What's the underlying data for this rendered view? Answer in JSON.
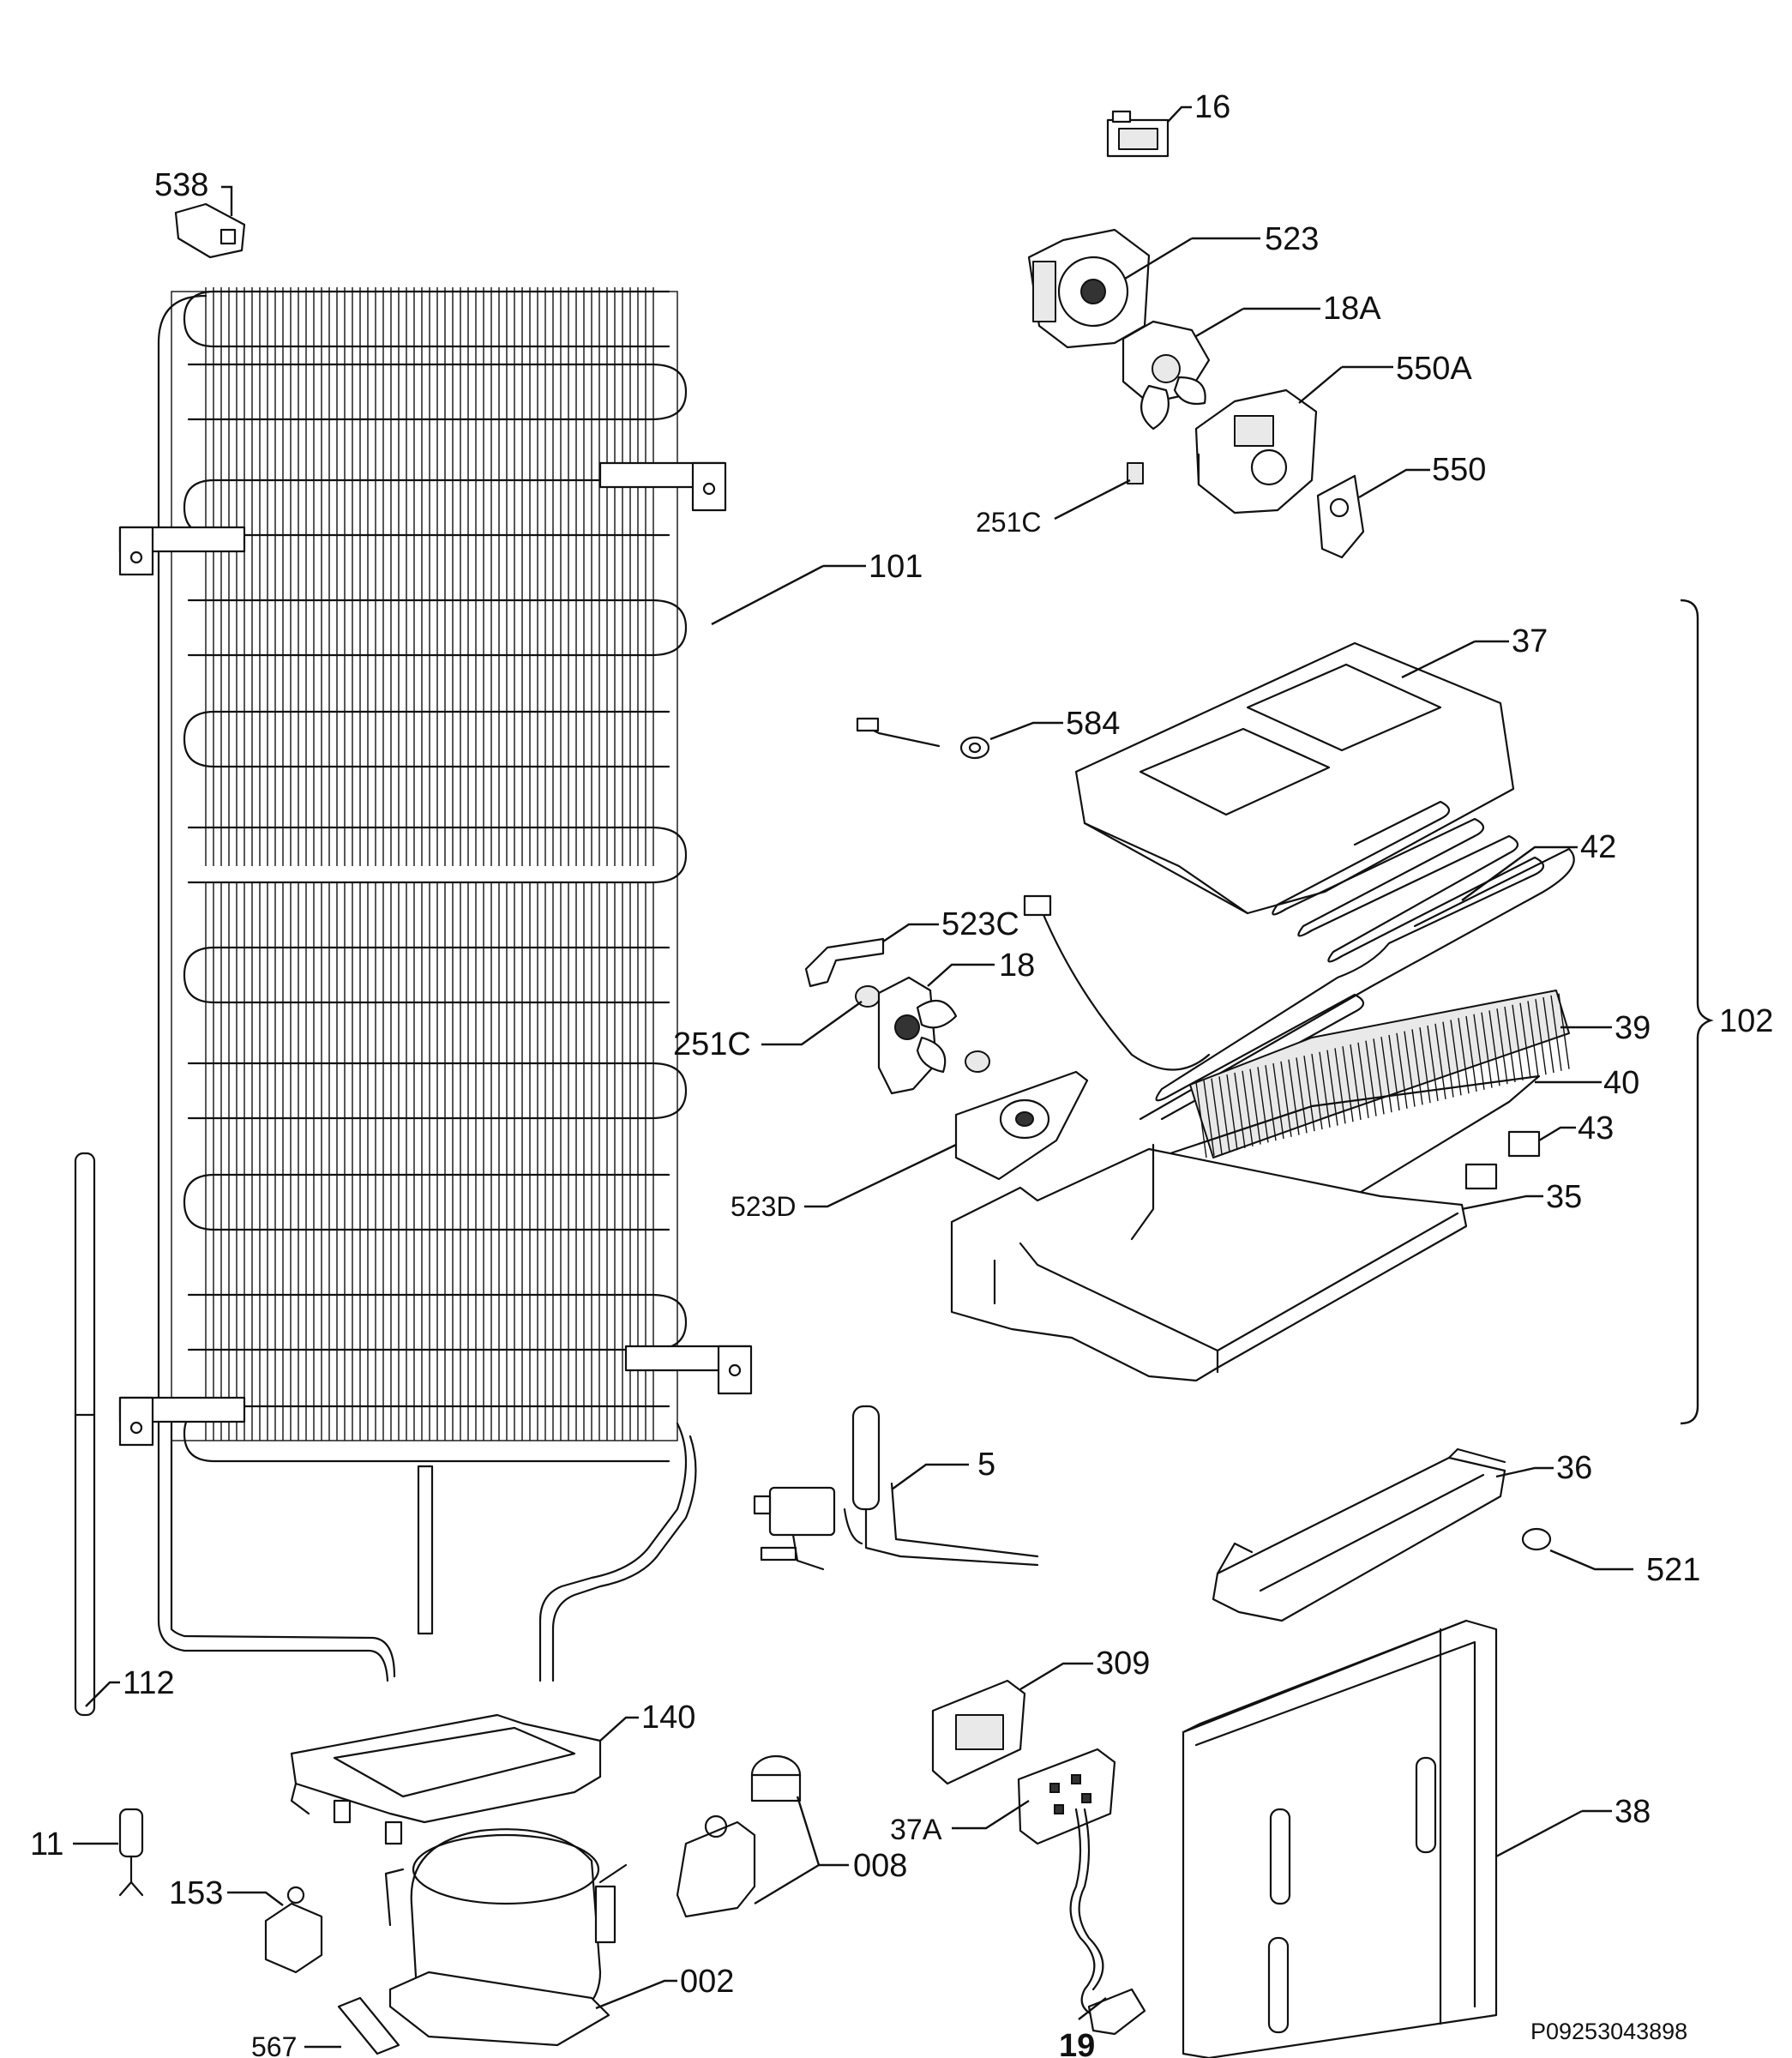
{
  "diagram": {
    "reference_code": "P09253043898",
    "parts": [
      {
        "id": "16",
        "label": "16"
      },
      {
        "id": "538",
        "label": "538"
      },
      {
        "id": "523",
        "label": "523"
      },
      {
        "id": "18A",
        "label": "18A"
      },
      {
        "id": "550A",
        "label": "550A"
      },
      {
        "id": "550",
        "label": "550"
      },
      {
        "id": "251C-top",
        "label": "251C"
      },
      {
        "id": "101",
        "label": "101"
      },
      {
        "id": "37",
        "label": "37"
      },
      {
        "id": "584",
        "label": "584"
      },
      {
        "id": "42",
        "label": "42"
      },
      {
        "id": "523C",
        "label": "523C"
      },
      {
        "id": "18",
        "label": "18"
      },
      {
        "id": "251C-mid",
        "label": "251C"
      },
      {
        "id": "39",
        "label": "39"
      },
      {
        "id": "102",
        "label": "102"
      },
      {
        "id": "40",
        "label": "40"
      },
      {
        "id": "43",
        "label": "43"
      },
      {
        "id": "35",
        "label": "35"
      },
      {
        "id": "523D",
        "label": "523D"
      },
      {
        "id": "5",
        "label": "5"
      },
      {
        "id": "36",
        "label": "36"
      },
      {
        "id": "521",
        "label": "521"
      },
      {
        "id": "309",
        "label": "309"
      },
      {
        "id": "112",
        "label": "112"
      },
      {
        "id": "140",
        "label": "140"
      },
      {
        "id": "37A",
        "label": "37A"
      },
      {
        "id": "38",
        "label": "38"
      },
      {
        "id": "11",
        "label": "11"
      },
      {
        "id": "153",
        "label": "153"
      },
      {
        "id": "008",
        "label": "008"
      },
      {
        "id": "002",
        "label": "002"
      },
      {
        "id": "567",
        "label": "567"
      },
      {
        "id": "19",
        "label": "19"
      }
    ]
  }
}
